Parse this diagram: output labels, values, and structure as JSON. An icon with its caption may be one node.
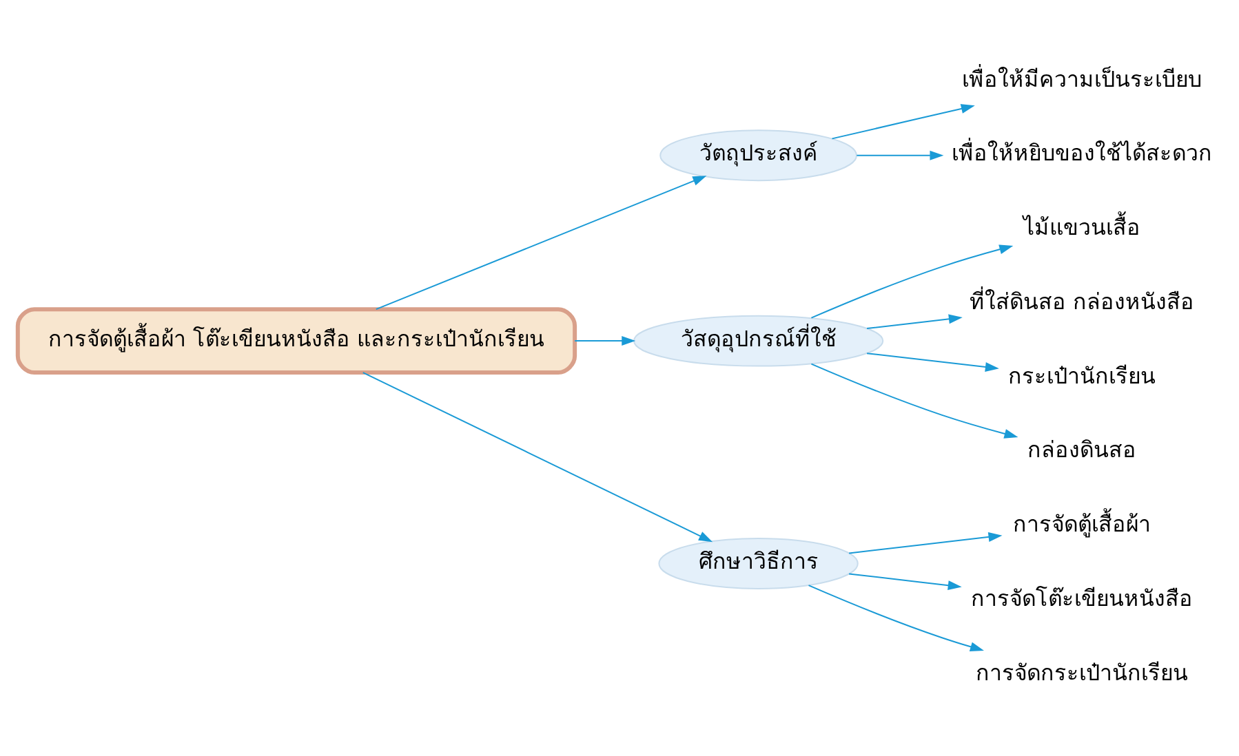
{
  "diagram": {
    "nodes": [
      {
        "text": [
          "การจัดตู้เสื้อผ้า โต๊ะเขียนหนังสือ และกระเป๋านักเรียน"
        ]
      },
      {
        "text": [
          "วัตถุประสงค์"
        ]
      },
      {
        "text": [
          "เพื่อให้มีความเป็นระเบียบ"
        ]
      },
      {
        "text": [
          "เพื่อให้หยิบของใช้ได้สะดวก"
        ]
      },
      {
        "text": [
          "วัสดุอุปกรณ์ที่ใช้"
        ]
      },
      {
        "text": [
          "ไม้แขวนเสื้อ"
        ]
      },
      {
        "text": [
          "ที่ใส่ดินสอ กล่องหนังสือ"
        ]
      },
      {
        "text": [
          "กระเป๋านักเรียน"
        ]
      },
      {
        "text": [
          "กล่องดินสอ"
        ]
      },
      {
        "text": [
          "ศึกษาวิธีการ"
        ]
      },
      {
        "text": [
          "การจัดตู้เสื้อผ้า"
        ]
      },
      {
        "text": [
          "การจัดโต๊ะเขียนหนังสือ"
        ]
      },
      {
        "text": [
          "การจัดกระเป๋านักเรียน"
        ]
      }
    ],
    "edges": [
      {
        "from": 0,
        "to": 1,
        "arrow": "to"
      },
      {
        "from": 1,
        "to": 2,
        "arrow": "to"
      },
      {
        "from": 1,
        "to": 3,
        "arrow": "to"
      },
      {
        "from": 0,
        "to": 4,
        "arrow": "to"
      },
      {
        "from": 4,
        "to": 5,
        "arrow": "to"
      },
      {
        "from": 4,
        "to": 6,
        "arrow": "to"
      },
      {
        "from": 4,
        "to": 7,
        "arrow": "to"
      },
      {
        "from": 4,
        "to": 8,
        "arrow": "to"
      },
      {
        "from": 0,
        "to": 9,
        "arrow": "to"
      },
      {
        "from": 9,
        "to": 10,
        "arrow": "to"
      },
      {
        "from": 9,
        "to": 11,
        "arrow": "to"
      },
      {
        "from": 9,
        "to": 12,
        "arrow": "to"
      }
    ]
  }
}
